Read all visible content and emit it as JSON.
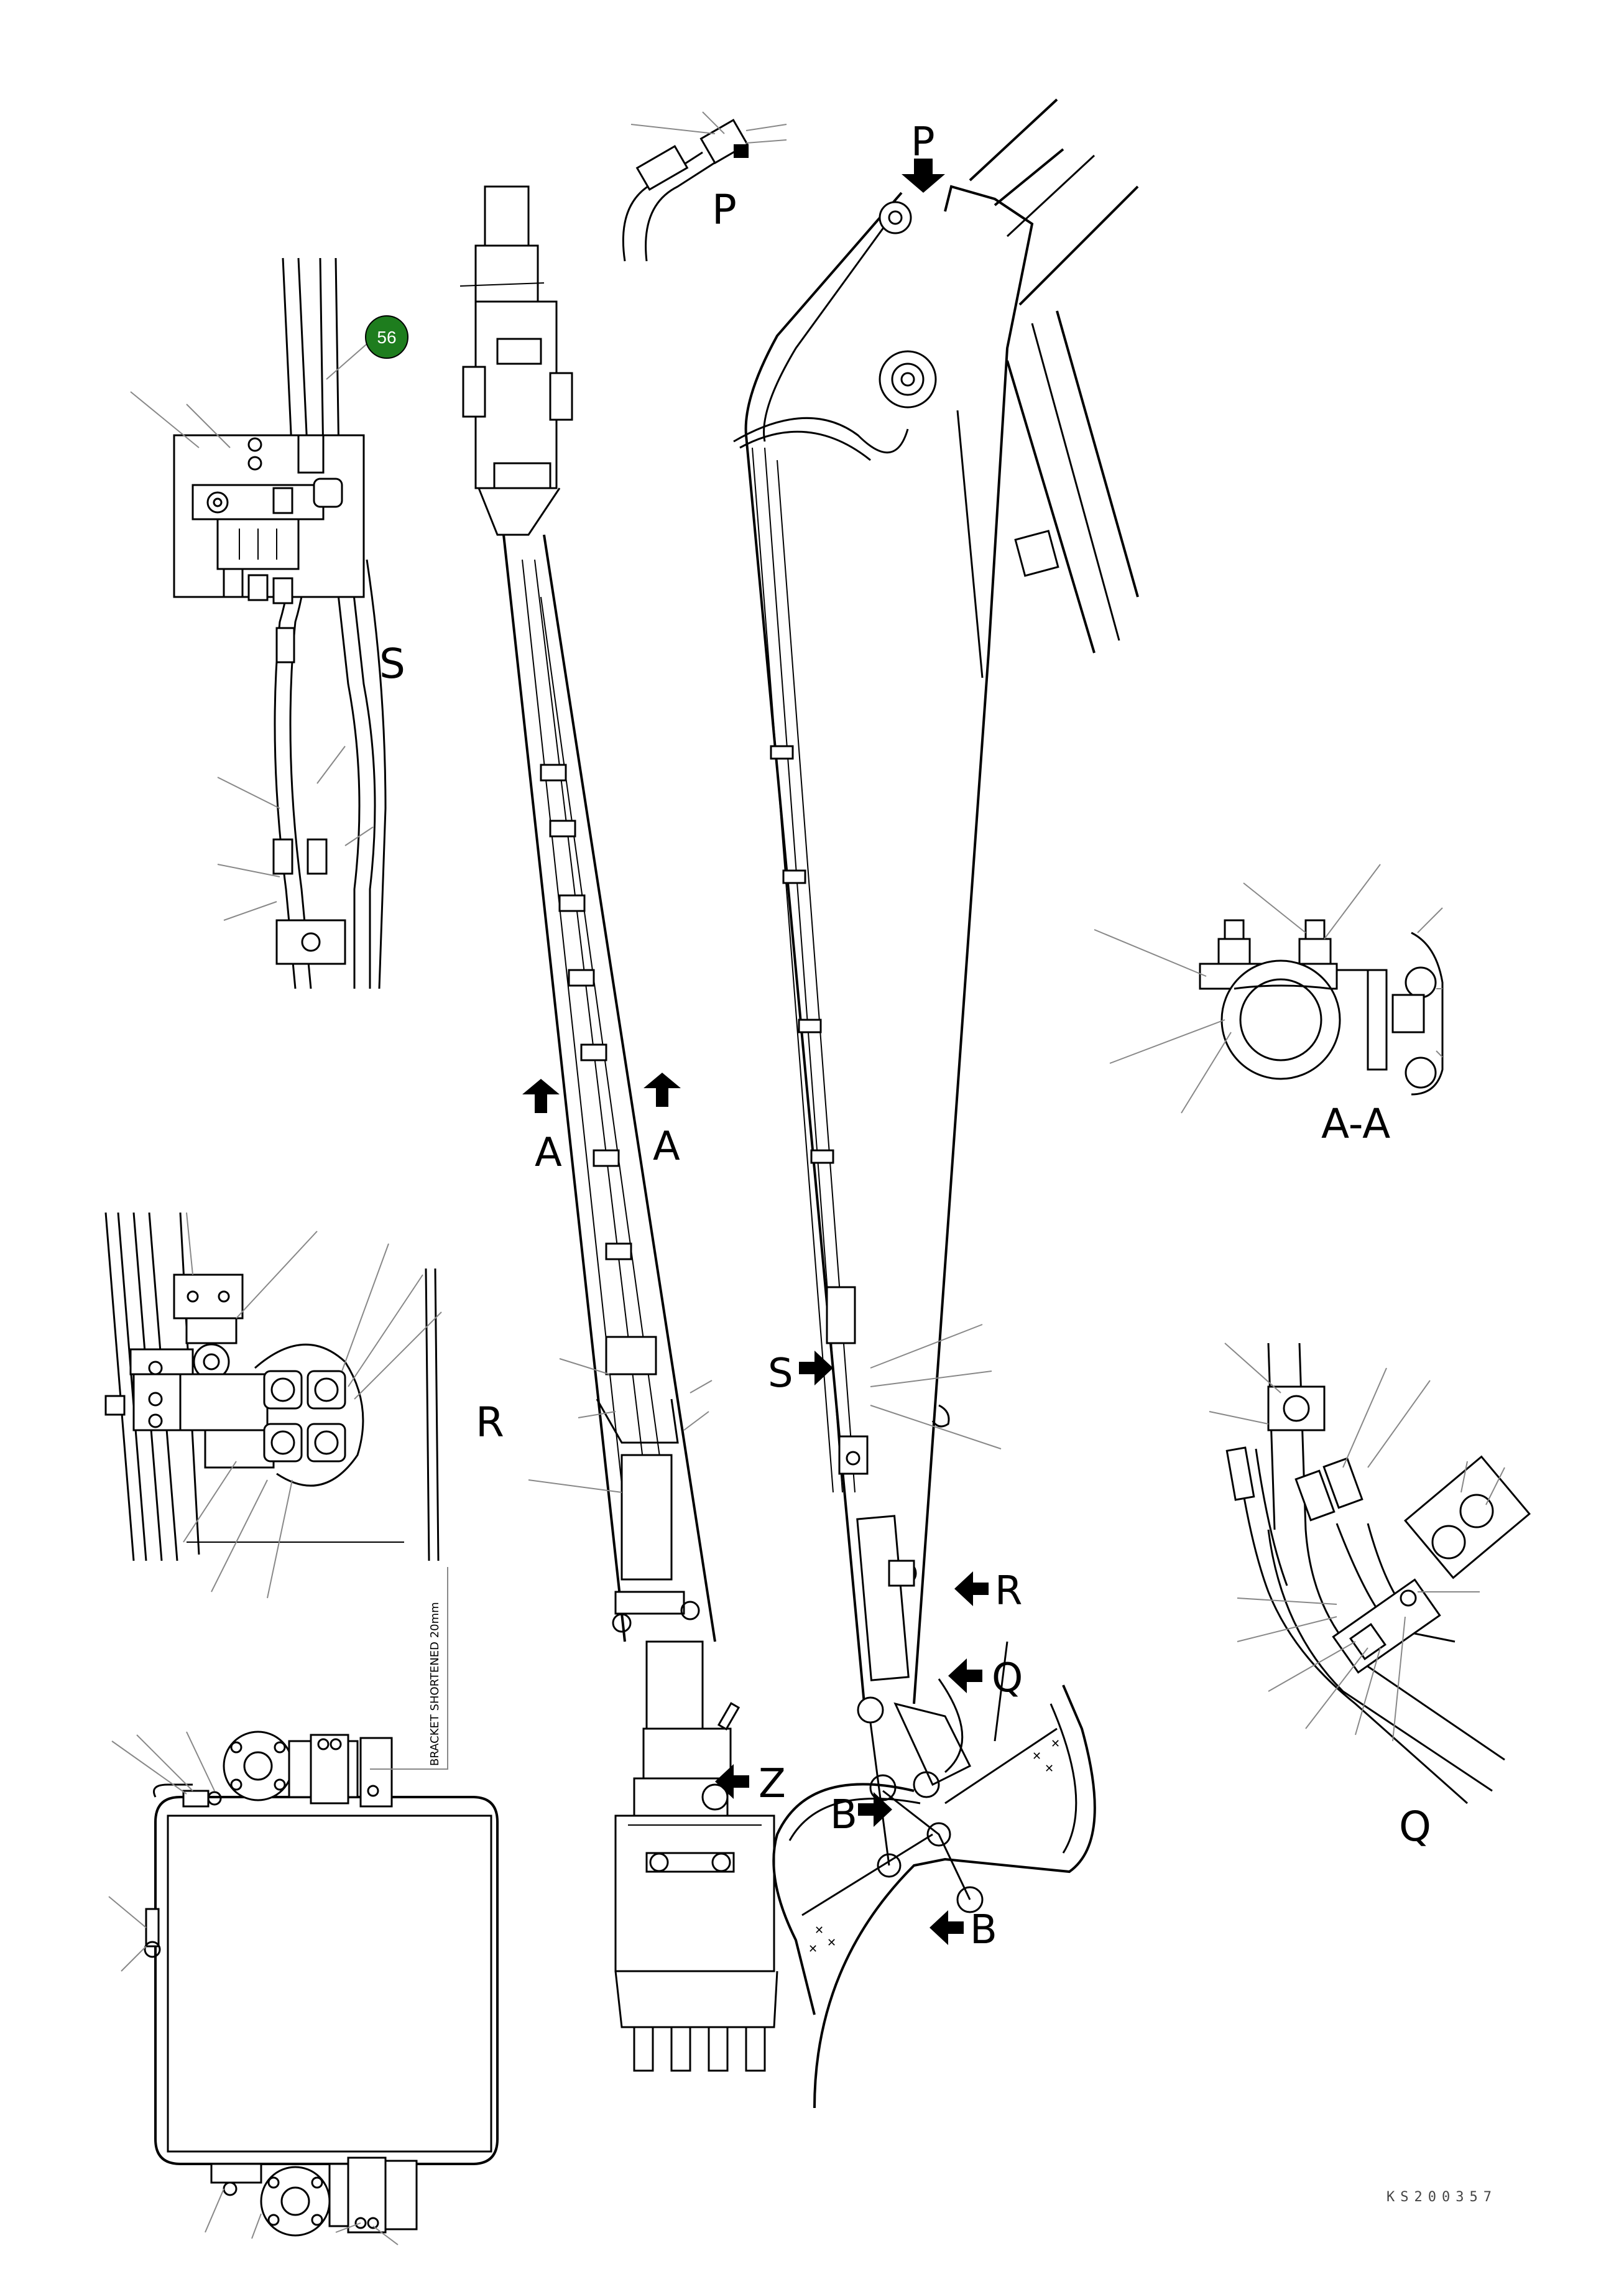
{
  "drawing": {
    "background": "#ffffff",
    "line_color": "#000000",
    "leader_color": "#888888",
    "drawing_code": "KS200357",
    "note": "BRACKET SHORTENED 20mm",
    "callout": {
      "number": "56",
      "color": "#1e7d1e"
    },
    "view_labels": {
      "S": "S",
      "P": "P",
      "A_A": "A-A",
      "R": "R",
      "Q": "Q"
    },
    "arrow_markers": {
      "P_top": "P",
      "A_left": "A",
      "A_right": "A",
      "S": "S",
      "R": "R",
      "Q": "Q",
      "Z": "Z",
      "B_upper": "B",
      "B_lower": "B"
    }
  }
}
